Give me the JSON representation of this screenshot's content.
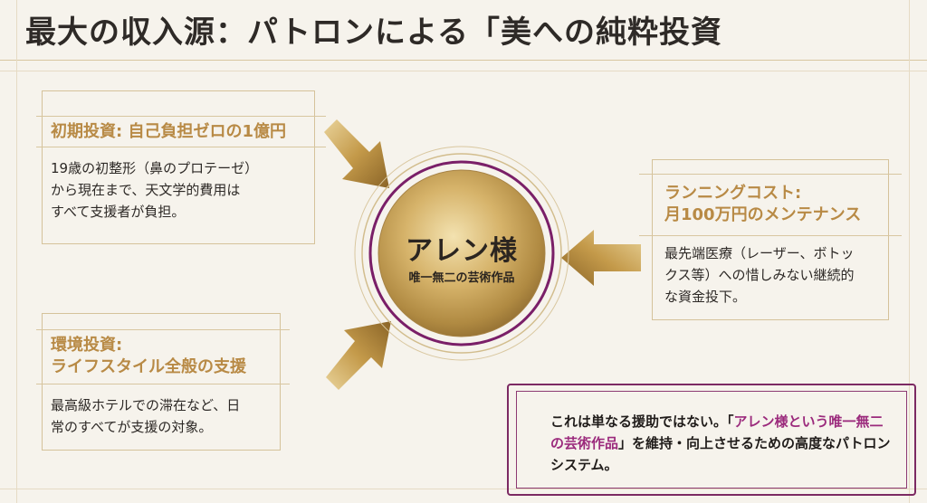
{
  "title": "最大の収入源：パトロンによる「美への純粋投資",
  "center": {
    "name": "アレン様",
    "subtitle": "唯一無二の芸術作品"
  },
  "cards": {
    "initial": {
      "heading": "初期投資: 自己負担ゼロの1億円",
      "body_lines": [
        "19歳の初整形（鼻のプロテーゼ）",
        "から現在まで、天文学的費用は",
        "すべて支援者が負担。"
      ]
    },
    "running": {
      "heading_lines": [
        "ランニングコスト:",
        "月100万円のメンテナンス"
      ],
      "body_lines": [
        "最先端医療（レーザー、ボトッ",
        "クス等）への惜しみない継続的",
        "な資金投下。"
      ]
    },
    "environment": {
      "heading_lines": [
        "環境投資:",
        "ライフスタイル全般の支援"
      ],
      "body_lines": [
        "最高級ホテルでの滞在など、日",
        "常のすべてが支援の対象。"
      ]
    }
  },
  "callout": {
    "part1": "これは単なる援助ではない。「",
    "highlight": "アレン様という唯一無二の芸術作品",
    "part2": "」を維持・向上させるための高度なパトロンシステム。"
  },
  "colors": {
    "gold_heading": "#b88a45",
    "purple_ring": "#7a1f68",
    "highlight": "#9b2a7c",
    "background": "#f6f3ec"
  }
}
